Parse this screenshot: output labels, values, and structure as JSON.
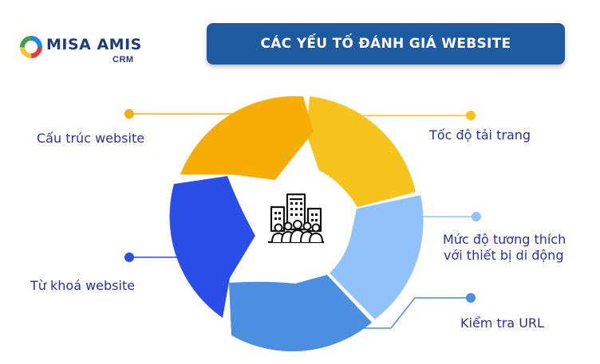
{
  "brand": {
    "name": "MISA AMIS",
    "sub": "CRM"
  },
  "title": "CÁC YẾU TỐ ĐÁNH GIÁ WEBSITE",
  "segments": [
    {
      "label": "Tốc độ tải trang",
      "color": "#f6c21c"
    },
    {
      "label": "Mức độ tương thích",
      "label2": "với thiết bị di động",
      "color": "#91c2f9"
    },
    {
      "label": "Kiểm tra URL",
      "color": "#4a8fe0"
    },
    {
      "label": "Từ khoá website",
      "color": "#2b4ee8"
    },
    {
      "label": "Cấu trúc website",
      "color": "#f6ae06"
    }
  ]
}
